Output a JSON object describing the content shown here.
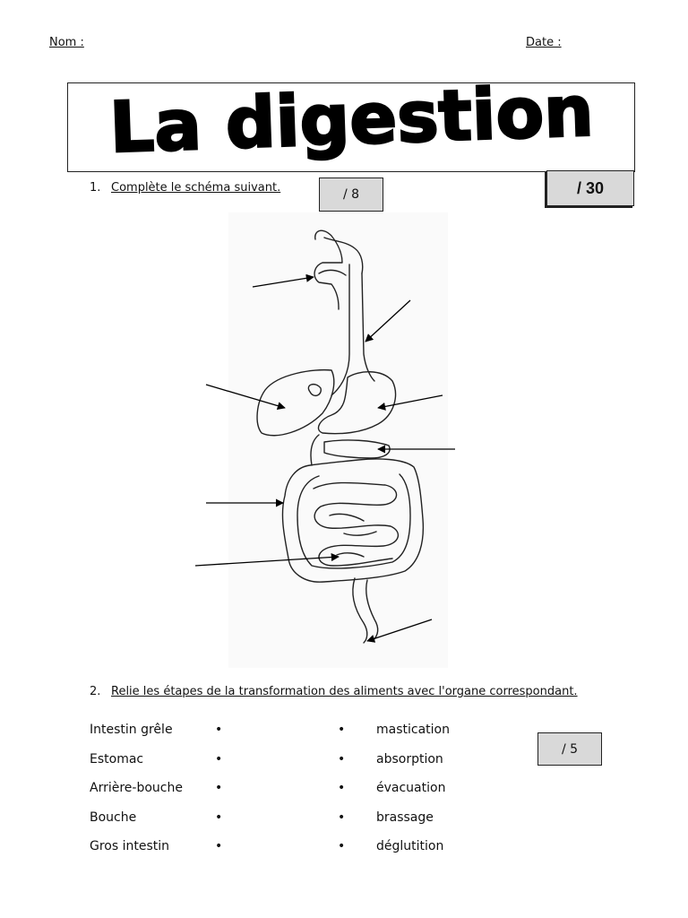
{
  "header": {
    "name_label": "Nom :",
    "date_label": "Date :"
  },
  "title": "La digestion",
  "total_score": "/ 30",
  "question1": {
    "number": "1.",
    "text": "Complète le schéma suivant.",
    "score": "/ 8"
  },
  "question2": {
    "number": "2.",
    "text": "Relie les étapes de la transformation des aliments avec l'organe correspondant.",
    "score": "/ 5",
    "organs": [
      "Intestin grêle",
      "Estomac",
      "Arrière-bouche",
      "Bouche",
      "Gros intestin"
    ],
    "steps": [
      "mastication",
      "absorption",
      "évacuation",
      "brassage",
      "déglutition"
    ]
  }
}
